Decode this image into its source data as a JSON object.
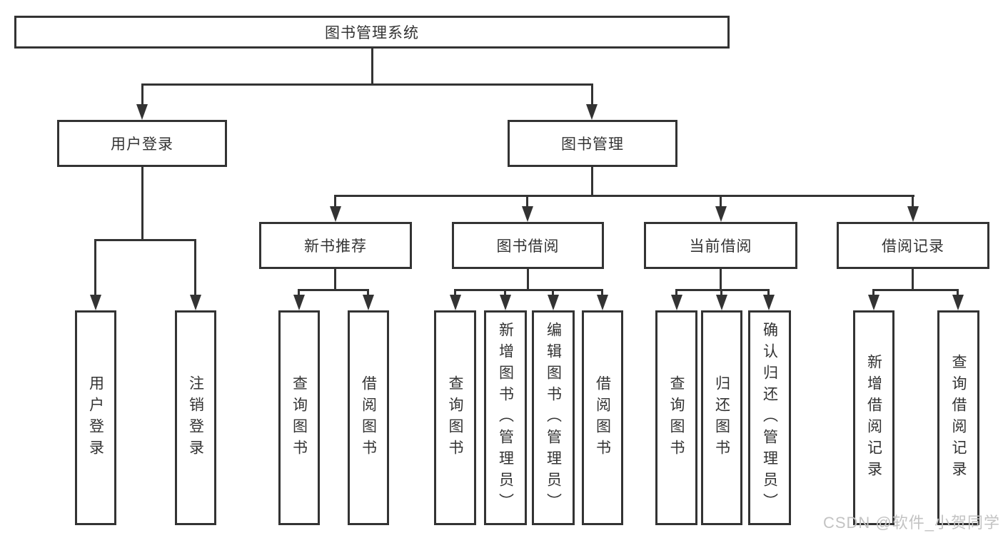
{
  "tree": {
    "root": "图书管理系统",
    "branches": [
      {
        "label": "用户登录",
        "children": [
          "用户登录",
          "注销登录"
        ]
      },
      {
        "label": "图书管理",
        "sections": [
          {
            "label": "新书推荐",
            "children": [
              "查询图书",
              "借阅图书"
            ]
          },
          {
            "label": "图书借阅",
            "children": [
              "查询图书",
              "新增图书（管理员）",
              "编辑图书（管理员）",
              "借阅图书"
            ]
          },
          {
            "label": "当前借阅",
            "children": [
              "查询图书",
              "归还图书",
              "确认归还（管理员）"
            ]
          },
          {
            "label": "借阅记录",
            "children": [
              "新增借阅记录",
              "查询借阅记录"
            ]
          }
        ]
      }
    ]
  },
  "watermark": "CSDN @软件_小贺同学",
  "colors": {
    "line": "#333333",
    "text": "#333333",
    "watermark": "#c3c3c3",
    "background": "#ffffff"
  }
}
